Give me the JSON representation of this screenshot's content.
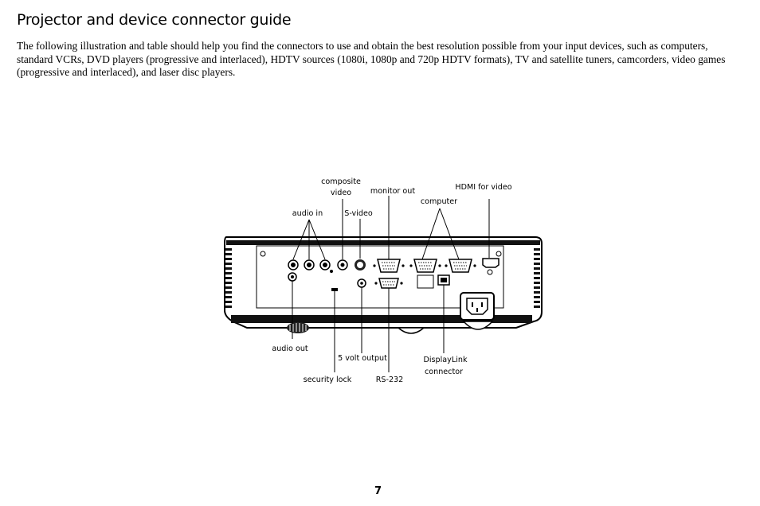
{
  "page": {
    "title": "Projector and device connector guide",
    "intro": "The following illustration and table should help you find the connectors to use and obtain the best resolution possible from your input devices, such as computers, standard VCRs, DVD players (progressive and interlaced), HDTV sources (1080i, 1080p and 720p HDTV formats), TV and satellite tuners, camcorders, video games (progressive and interlaced), and laser disc players.",
    "page_number": "7"
  },
  "labels": {
    "composite_line1": "composite",
    "composite_line2": "video",
    "monitor_out": "monitor out",
    "hdmi": "HDMI for video",
    "computer": "computer",
    "audio_in": "audio in",
    "s_video": "S-video",
    "audio_out": "audio out",
    "five_volt": "5 volt output",
    "security_lock": "security lock",
    "rs232": "RS-232",
    "displaylink_line1": "DisplayLink",
    "displaylink_line2": "connector"
  }
}
